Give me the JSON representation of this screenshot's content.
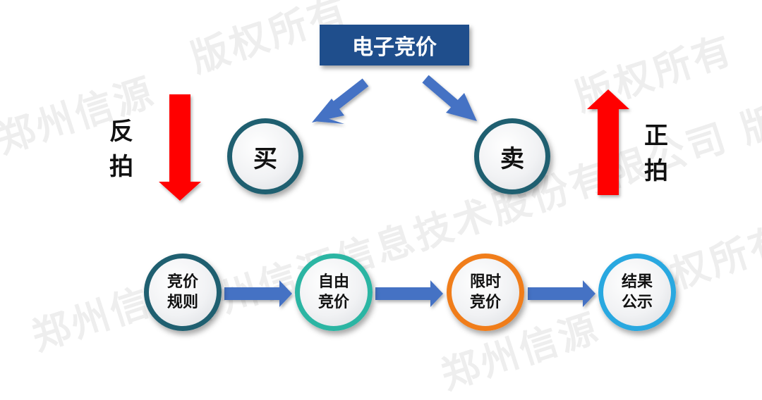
{
  "watermark": {
    "line1": "郑州信源",
    "line2": "版权所有",
    "line3": "郑州信源信息技术股份有限公司 版权所有",
    "line4": "郑州信源"
  },
  "title": "电子竞价",
  "buy": "买",
  "sell": "卖",
  "left_label": "反\n拍",
  "right_label": "正\n拍",
  "steps": [
    {
      "label": "竞价\n规则",
      "color": "#1f5f70"
    },
    {
      "label": "自由\n竞价",
      "color": "#2bb5a3"
    },
    {
      "label": "限时\n竞价",
      "color": "#f07d1a"
    },
    {
      "label": "结果\n公示",
      "color": "#29a8e0"
    }
  ],
  "colors": {
    "title_bg": "#1f4e8c",
    "arrow_blue": "#4472c4",
    "arrow_red": "#ff0000"
  }
}
